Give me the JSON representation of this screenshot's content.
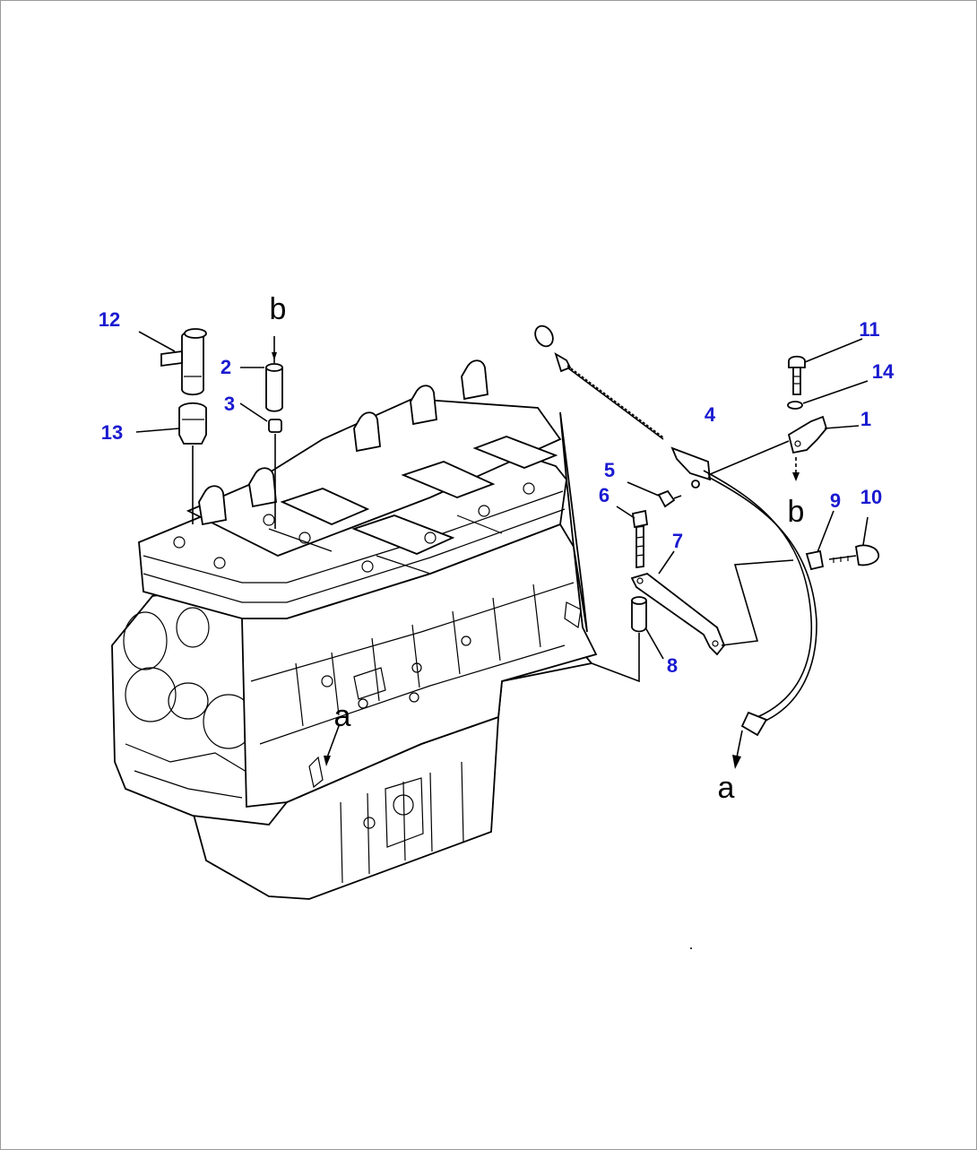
{
  "callouts": [
    {
      "id": "1",
      "label": "1"
    },
    {
      "id": "2",
      "label": "2"
    },
    {
      "id": "3",
      "label": "3"
    },
    {
      "id": "4",
      "label": "4"
    },
    {
      "id": "5",
      "label": "5"
    },
    {
      "id": "6",
      "label": "6"
    },
    {
      "id": "7",
      "label": "7"
    },
    {
      "id": "8",
      "label": "8"
    },
    {
      "id": "9",
      "label": "9"
    },
    {
      "id": "10",
      "label": "10"
    },
    {
      "id": "11",
      "label": "11"
    },
    {
      "id": "12",
      "label": "12"
    },
    {
      "id": "13",
      "label": "13"
    },
    {
      "id": "14",
      "label": "14"
    }
  ],
  "references": {
    "b_top": "b",
    "b_bracket": "b",
    "a_block": "a",
    "a_tube": "a"
  },
  "colors": {
    "callout": "#1a1ad0",
    "line": "#000000",
    "border": "#9a9a9a"
  }
}
